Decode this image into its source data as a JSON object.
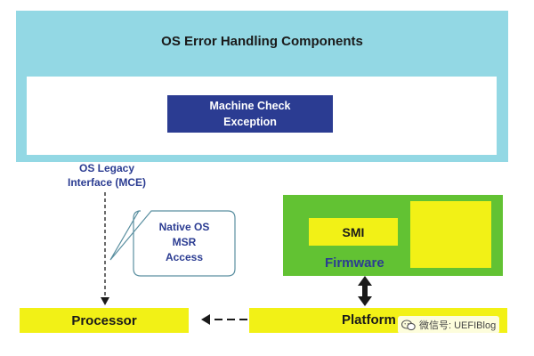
{
  "os_components": {
    "title": "OS Error Handling Components",
    "mce_line1": "Machine Check",
    "mce_line2": "Exception"
  },
  "legacy_interface": {
    "line1": "OS Legacy",
    "line2": "Interface (MCE)"
  },
  "msr_callout": {
    "line1": "Native OS",
    "line2": "MSR",
    "line3": "Access"
  },
  "firmware": {
    "smi_label": "SMI",
    "label": "Firmware"
  },
  "processor": {
    "label": "Processor"
  },
  "platform": {
    "label": "Platform"
  },
  "watermark": {
    "text": "微信号: UEFIBlog"
  },
  "colors": {
    "os_cyan": "#93d8e4",
    "mce_blue": "#2b3c92",
    "firmware_green": "#62c233",
    "yellow": "#f2f116"
  }
}
